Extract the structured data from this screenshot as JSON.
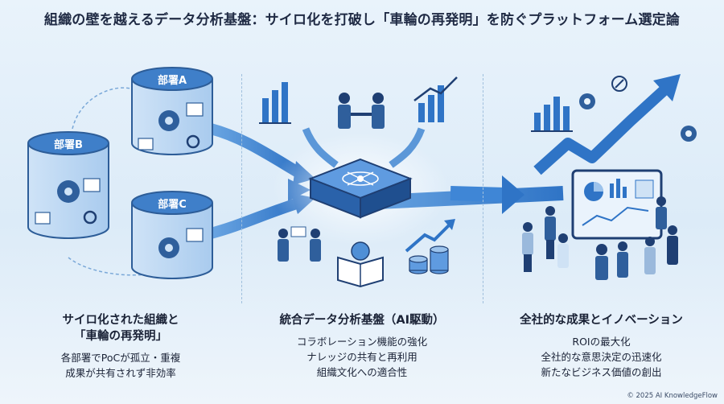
{
  "title": "組織の壁を越えるデータ分析基盤：サイロ化を打破し「車輪の再発明」を防ぐプラットフォーム選定論",
  "departments": [
    "部署A",
    "部署B",
    "部署C"
  ],
  "sections": [
    {
      "title_lines": [
        "サイロ化された組織と",
        "「車輪の再発明」"
      ],
      "items": [
        "各部署でPoCが孤立・重複",
        "成果が共有されず非効率"
      ]
    },
    {
      "title_lines": [
        "統合データ分析基盤（AI駆動）"
      ],
      "items": [
        "コラボレーション機能の強化",
        "ナレッジの共有と再利用",
        "組織文化への適合性"
      ]
    },
    {
      "title_lines": [
        "全社的な成果とイノベーション"
      ],
      "items": [
        "ROIの最大化",
        "全社的な意思決定の迅速化",
        "新たなビジネス価値の創出"
      ]
    }
  ],
  "copyright": "© 2025 AI KnowledgeFlow",
  "colors": {
    "accent": "#2f74c6",
    "dark": "#1f3f73",
    "light": "#cfe2f5",
    "text": "#1f2a44"
  },
  "icons": [
    "gear-icon",
    "magnifier-icon",
    "bar-chart-icon",
    "handshake-icon",
    "brain-book-icon",
    "coin-stack-icon",
    "trend-arrow-icon",
    "monitor-icon",
    "people-icon"
  ]
}
